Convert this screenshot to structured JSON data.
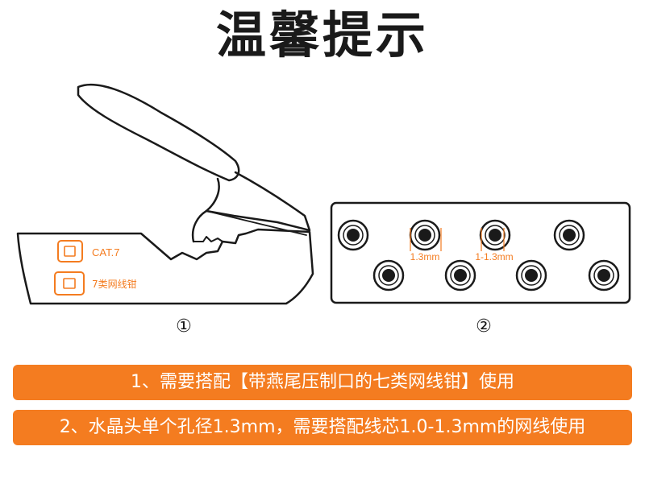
{
  "title": "温馨提示",
  "figure1": {
    "number": "①",
    "labels": [
      "CAT.7",
      "7类网线钳"
    ]
  },
  "figure2": {
    "number": "②",
    "hole_labels": [
      "1.3mm",
      "1-1.3mm"
    ]
  },
  "notes": [
    "1、需要搭配【带燕尾压制口的七类网线钳】使用",
    "2、水晶头单个孔径1.3mm，需要搭配线芯1.0-1.3mm的网线使用"
  ],
  "colors": {
    "accent": "#f47c20",
    "outline": "#1a1a1a"
  }
}
